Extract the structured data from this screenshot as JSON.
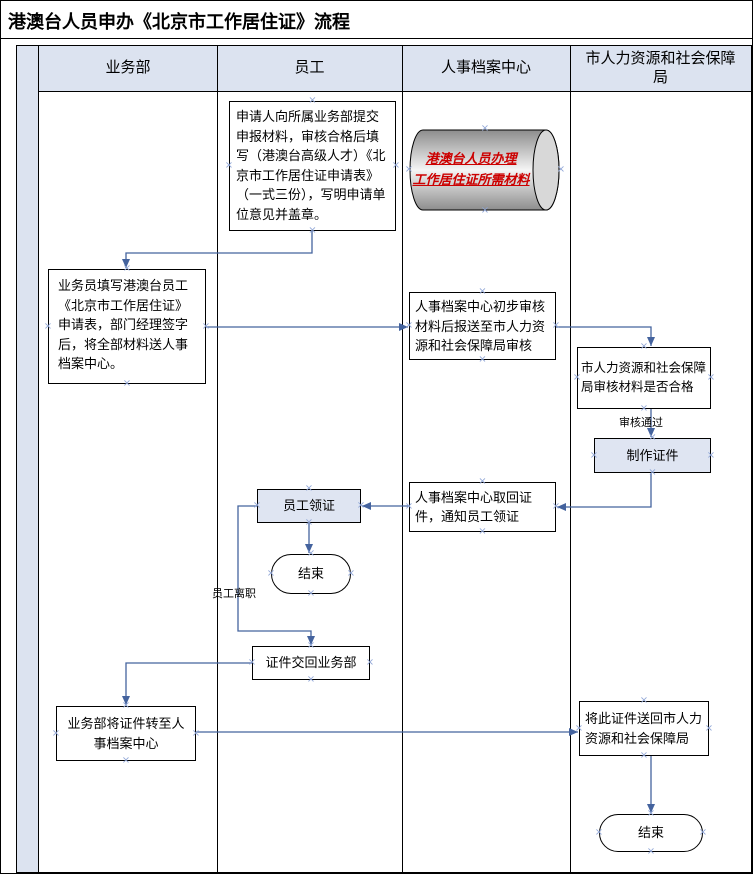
{
  "title": "港澳台人员申办《北京市工作居住证》流程",
  "lanes": [
    {
      "label": "业务部"
    },
    {
      "label": "员工"
    },
    {
      "label": "人事档案中心"
    },
    {
      "label": "市人力资源和社会保障局"
    }
  ],
  "nodes": {
    "apply": {
      "text": "申请人向所属业务部提交申报材料，审核合格后填写（港澳台高级人才）《北京市工作居住证申请表》（一式三份），写明申请单位意见并盖章。"
    },
    "materials": {
      "text": "港澳台人员办理\n工作居住证所需材料"
    },
    "fill_form": {
      "text": "业务员填写港澳台员工《北京市工作居住证》申请表，部门经理签字后，将全部材料送人事档案中心。"
    },
    "initial_review": {
      "text": "人事档案中心初步审核材料后报送至市人力资源和社会保障局审核"
    },
    "hr_review": {
      "text": "市人力资源和社会保障局审核材料是否合格"
    },
    "make_cert": {
      "text": "制作证件"
    },
    "retrieve_cert": {
      "text": "人事档案中心取回证件，通知员工领证"
    },
    "receive_cert": {
      "text": "员工领证"
    },
    "end1": {
      "text": "结束"
    },
    "return_cert": {
      "text": "证件交回业务部"
    },
    "transfer_cert": {
      "text": "业务部将证件转至人事档案中心"
    },
    "send_back": {
      "text": "将此证件送回市人力资源和社会保障局"
    },
    "end2": {
      "text": "结束"
    }
  },
  "edge_labels": {
    "approved": "审核通过",
    "employee_leaves": "员工离职"
  },
  "colors": {
    "lane_fill": "#dce3f0",
    "accent_fill": "#dfe5f2",
    "connector": "#44639e",
    "connection_point": "#8fa5d6",
    "data_store_text": "#cc0000"
  }
}
